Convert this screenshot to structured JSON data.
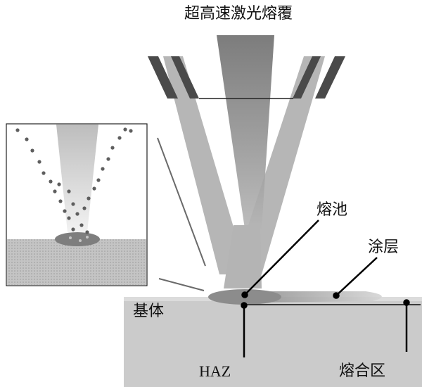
{
  "title": "超高速激光熔覆",
  "labels": {
    "melt_pool": "熔池",
    "coating": "涂层",
    "substrate": "基体",
    "haz": "HAZ",
    "fusion_zone": "熔合区"
  },
  "colors": {
    "beam": "#a8a8a8",
    "beam_core": "#7a7a7a",
    "nozzle_dark": "#4a4a4a",
    "substrate": "#c9c9c9",
    "coating": "#b0b0b0",
    "melt_pool": "#8e8e8e",
    "powder": "#5e5e5e",
    "leader": "#000000"
  }
}
